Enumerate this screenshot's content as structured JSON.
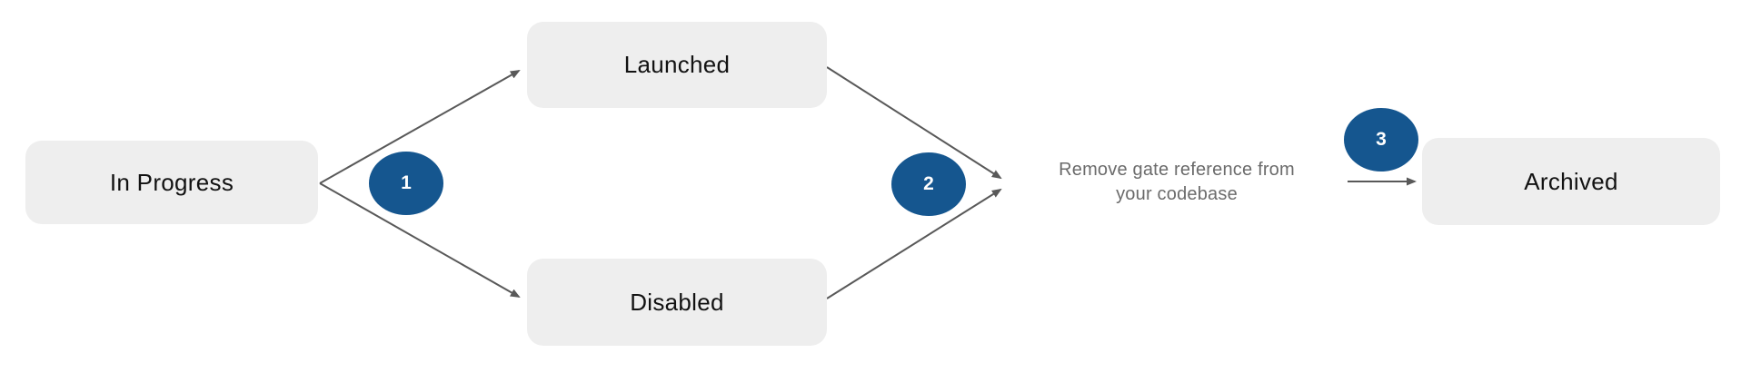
{
  "diagram": {
    "title_hidden": "",
    "nodes": [
      {
        "id": "in-progress",
        "label": "In Progress"
      },
      {
        "id": "launched",
        "label": "Launched"
      },
      {
        "id": "disabled",
        "label": "Disabled"
      },
      {
        "id": "archived",
        "label": "Archived"
      }
    ],
    "steps": [
      {
        "number": "1"
      },
      {
        "number": "2"
      },
      {
        "number": "3"
      }
    ],
    "annotation": {
      "line1": "Remove gate reference from",
      "line2": "your codebase"
    },
    "colors": {
      "node_background": "#EEEEEE",
      "node_text": "#121212",
      "step_circle": "#15568F",
      "step_text": "#FFFFFF",
      "arrow": "#595959",
      "annotation_text": "#6B6B6B",
      "page_background": "#FFFFFF"
    }
  }
}
